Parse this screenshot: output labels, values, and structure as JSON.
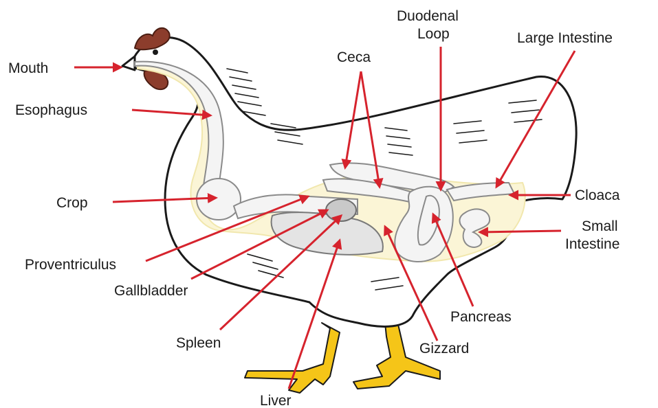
{
  "colors": {
    "arrow": "#d6232d",
    "comb": "#8c3d2c",
    "legs": "#f5c518",
    "organ_fill": "#e4e4e4",
    "digestive_tract_highlight": "#fbf5d6"
  },
  "labels": {
    "mouth": "Mouth",
    "esophagus": "Esophagus",
    "crop": "Crop",
    "proventriculus": "Proventriculus",
    "gallbladder": "Gallbladder",
    "spleen": "Spleen",
    "liver": "Liver",
    "ceca": "Ceca",
    "duodenal_loop_line1": "Duodenal",
    "duodenal_loop_line2": "Loop",
    "large_intestine": "Large Intestine",
    "cloaca": "Cloaca",
    "small_intestine_line1": "Small",
    "small_intestine_line2": "Intestine",
    "pancreas": "Pancreas",
    "gizzard": "Gizzard"
  }
}
